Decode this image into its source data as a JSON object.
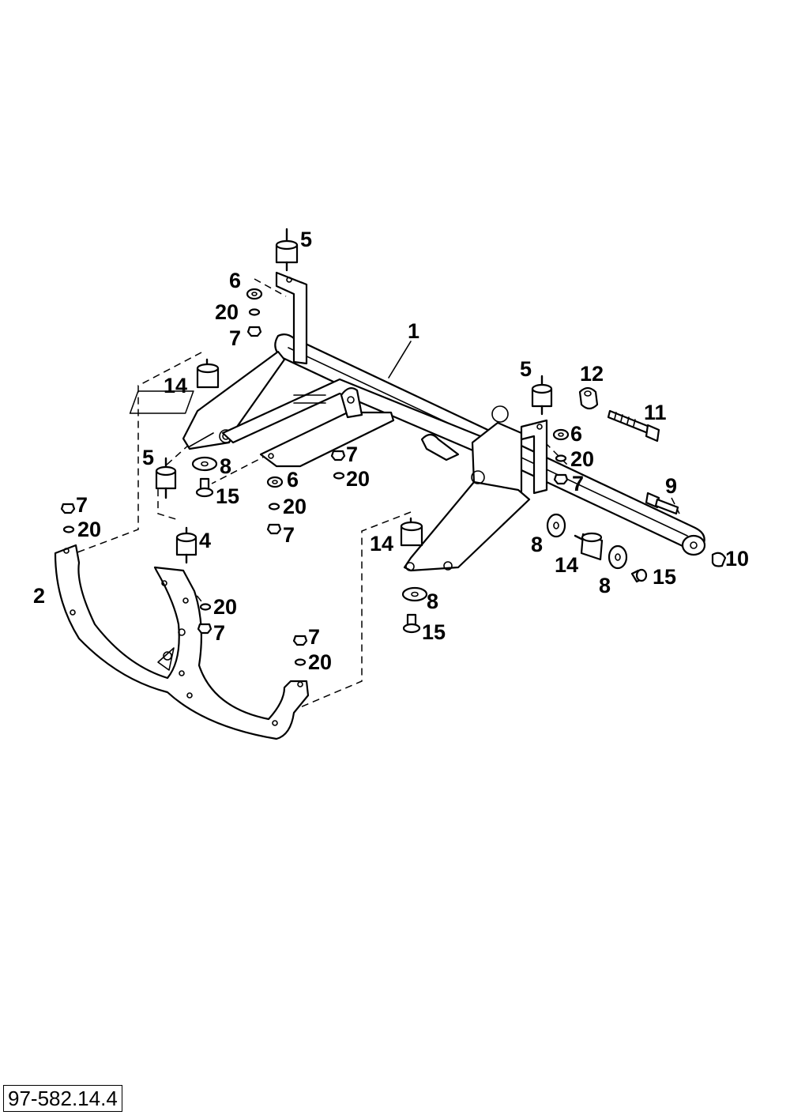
{
  "reference_number": "97-582.14.4",
  "callouts": {
    "c1": "1",
    "c2": "2",
    "c4": "4",
    "c5a": "5",
    "c5b": "5",
    "c5c": "5",
    "c6a": "6",
    "c6b": "6",
    "c6c": "6",
    "c7a": "7",
    "c7b": "7",
    "c7c": "7",
    "c7d": "7",
    "c7e": "7",
    "c7f": "7",
    "c7g": "7",
    "c8a": "8",
    "c8b": "8",
    "c8c": "8",
    "c8d": "8",
    "c9": "9",
    "c10": "10",
    "c11": "11",
    "c12": "12",
    "c14a": "14",
    "c14b": "14",
    "c14c": "14",
    "c15a": "15",
    "c15b": "15",
    "c15c": "15",
    "c20a": "20",
    "c20b": "20",
    "c20c": "20",
    "c20d": "20",
    "c20e": "20",
    "c20f": "20",
    "c20g": "20"
  }
}
